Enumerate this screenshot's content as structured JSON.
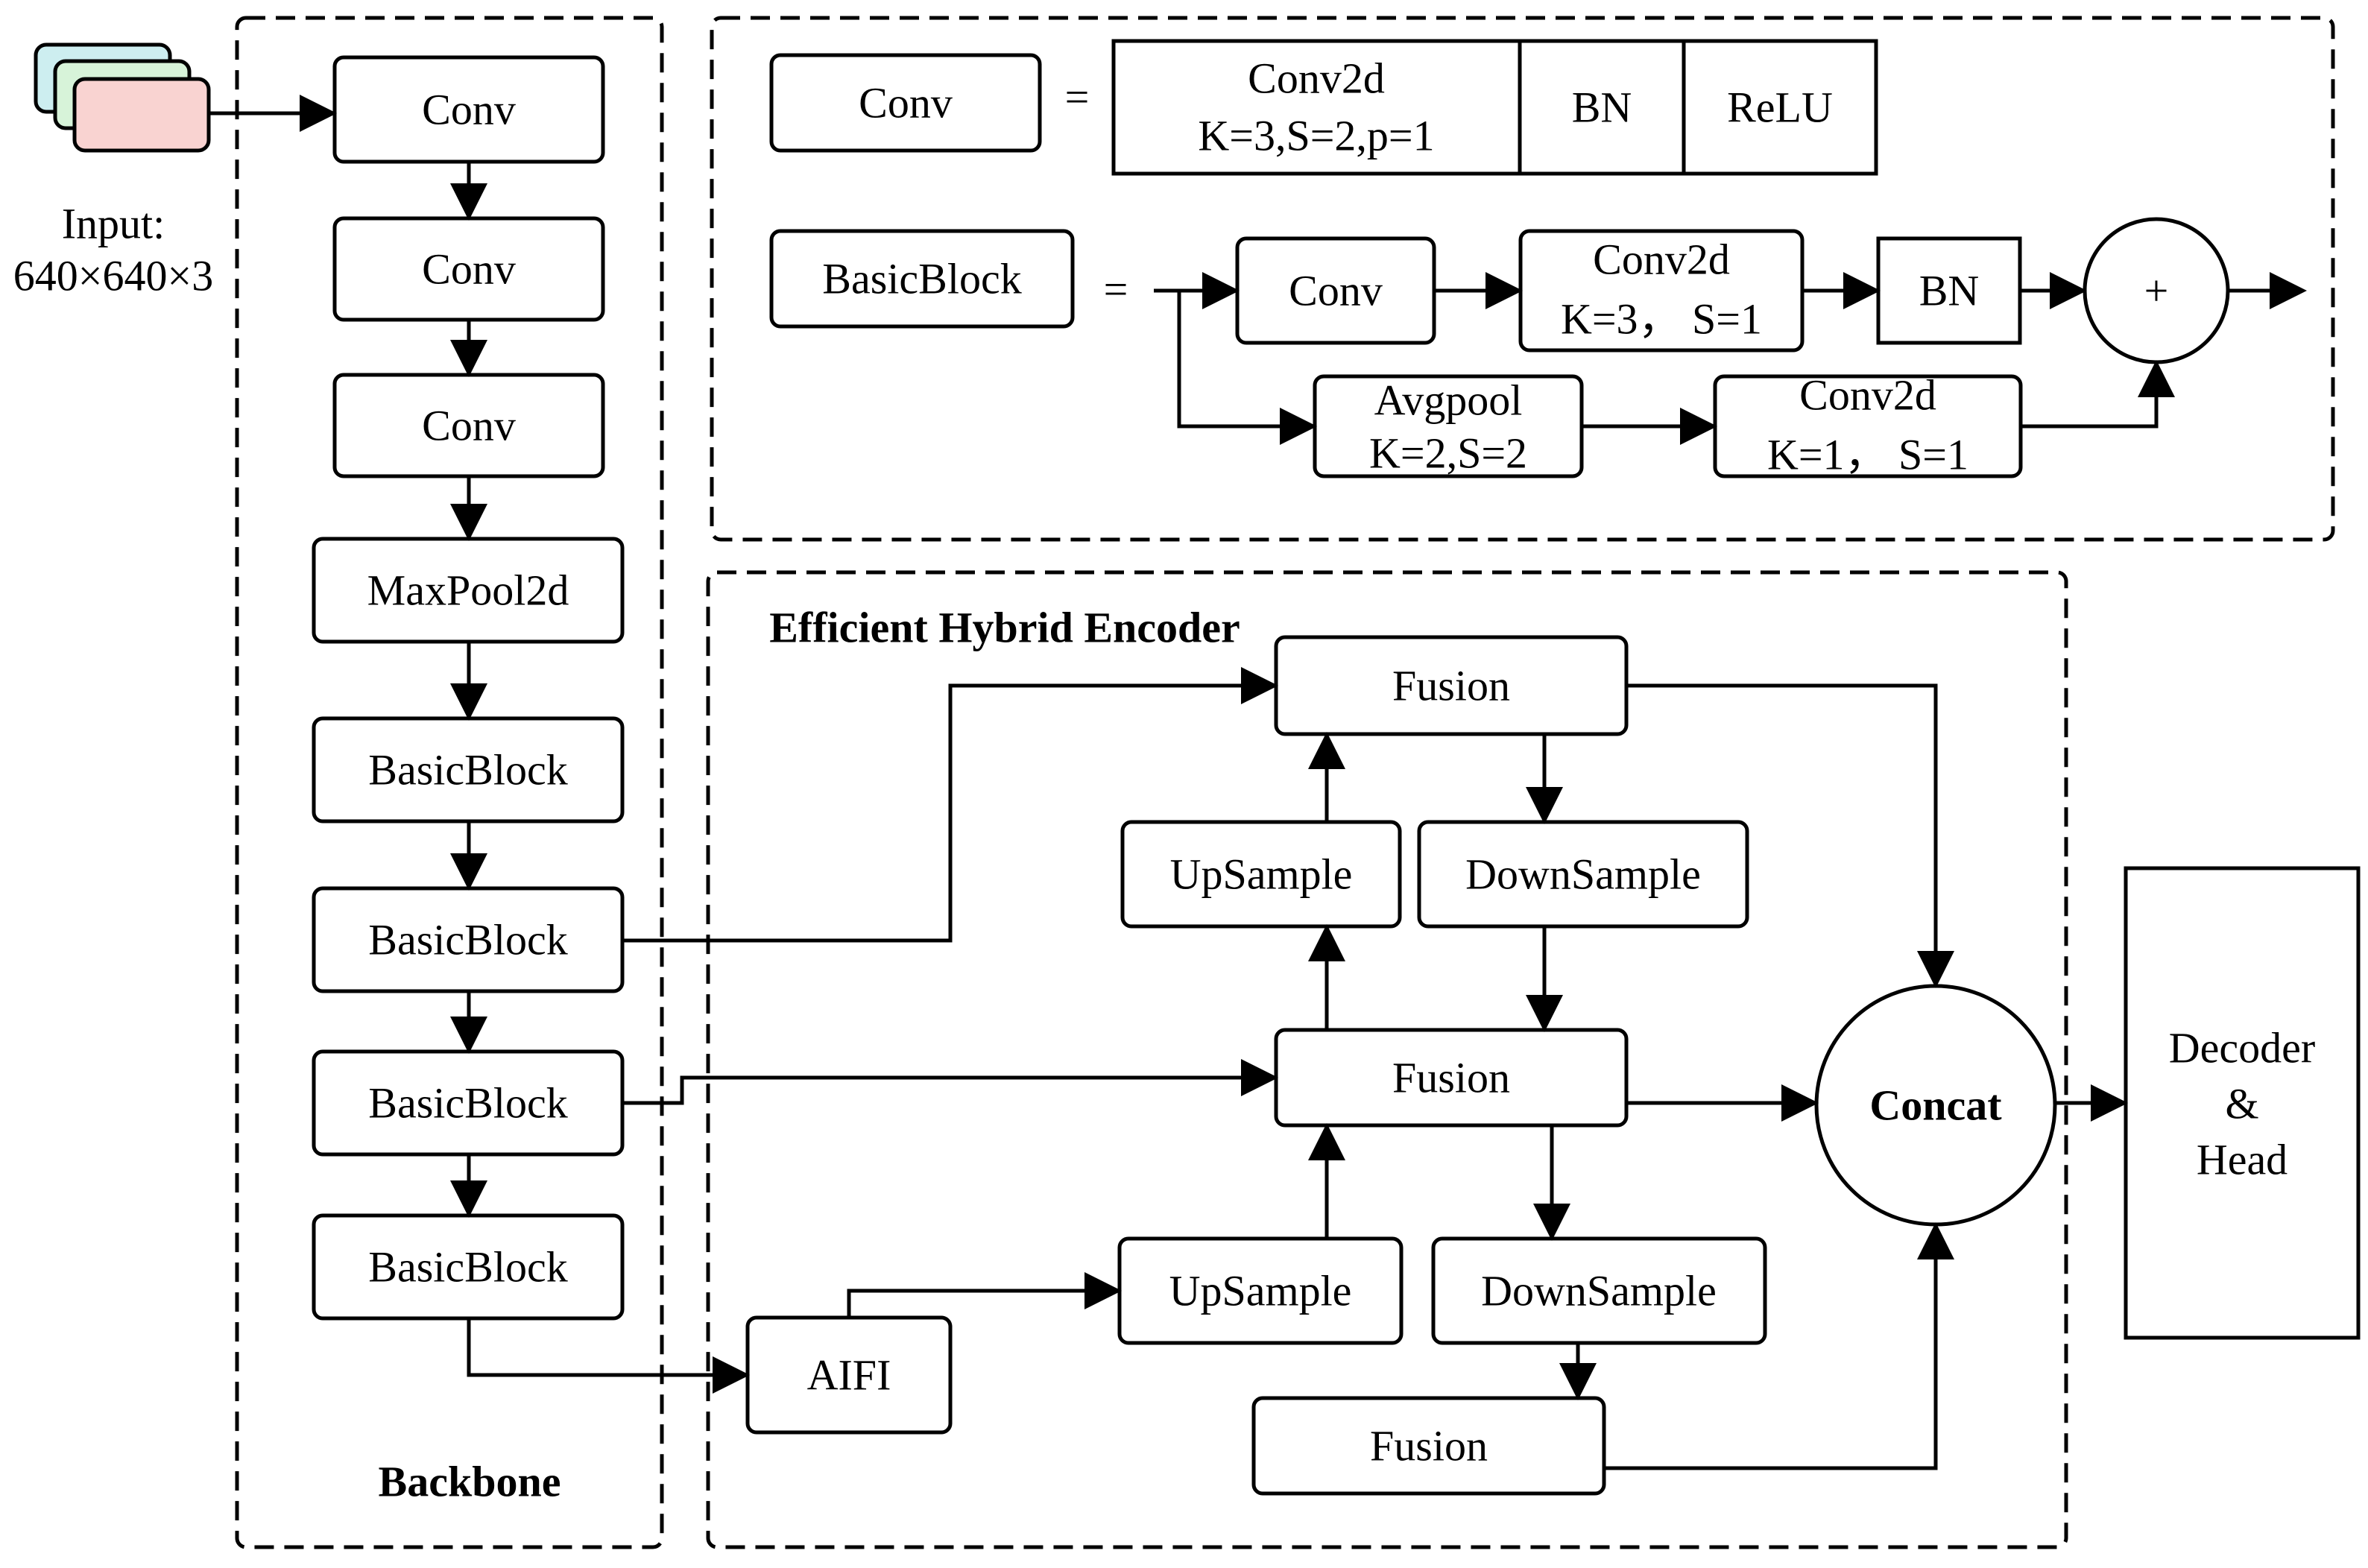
{
  "input": {
    "label": "Input:",
    "size": "640×640×3",
    "layer_colors": [
      "#cdeef0",
      "#d7f3d9",
      "#f9d3d1"
    ]
  },
  "backbone": {
    "title": "Backbone",
    "blocks": [
      "Conv",
      "Conv",
      "Conv",
      "MaxPool2d",
      "BasicBlock",
      "BasicBlock",
      "BasicBlock",
      "BasicBlock"
    ]
  },
  "legend": {
    "conv": {
      "name": "Conv",
      "equals": "=",
      "parts": {
        "conv2d": "Conv2d",
        "conv2d_params": "K=3,S=2,p=1",
        "bn": "BN",
        "relu": "ReLU"
      }
    },
    "basic_block": {
      "name": "BasicBlock",
      "equals": "=",
      "conv": "Conv",
      "conv2d": "Conv2d",
      "conv2d_params": "K=3， S=1",
      "bn": "BN",
      "plus": "+",
      "avgpool": "Avgpool",
      "avgpool_params": "K=2,S=2",
      "conv2d_b": "Conv2d",
      "conv2d_b_params": "K=1， S=1"
    }
  },
  "encoder": {
    "title": "Efficient Hybrid Encoder",
    "fusion_top": "Fusion",
    "upsample_top": "UpSample",
    "downsample_top": "DownSample",
    "fusion_mid": "Fusion",
    "upsample_bottom": "UpSample",
    "downsample_bottom": "DownSample",
    "fusion_bottom": "Fusion",
    "aifi": "AIFI",
    "concat": "Concat"
  },
  "head": {
    "line1": "Decoder",
    "line2": "&",
    "line3": "Head"
  }
}
